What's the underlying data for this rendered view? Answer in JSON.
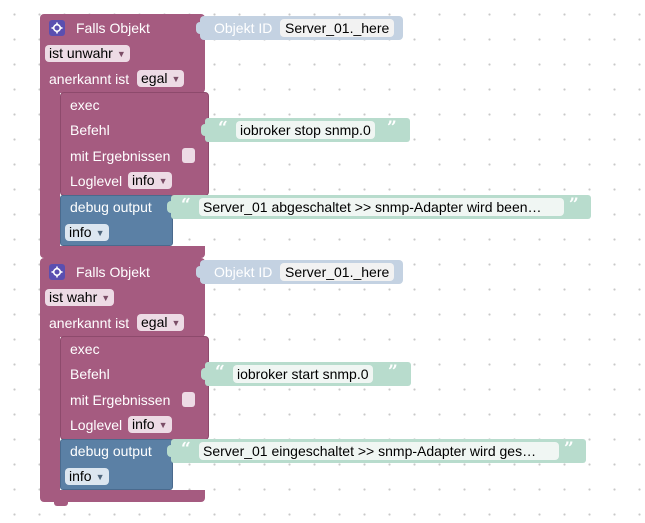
{
  "canvas": {
    "background": "#ffffff",
    "dot_color": "#c8c8c8"
  },
  "colors": {
    "trigger_block": "#a55b80",
    "debug_block": "#5b80a5",
    "text_block": "#b8dccd",
    "object_id_block": "#c4d2e2",
    "gear": "#5a4fb0"
  },
  "blocks": [
    {
      "trigger_label": "Falls Objekt",
      "gear_icon": "gear-icon",
      "object_id_label": "Objekt ID",
      "object_id_value": "Server_01._here",
      "condition_value": "ist unwahr",
      "ack_label": "anerkannt ist",
      "ack_value": "egal",
      "exec": {
        "title": "exec",
        "command_label": "Befehl",
        "command_value": "iobroker stop snmp.0",
        "with_results_label": "mit Ergebnissen",
        "loglevel_label": "Loglevel",
        "loglevel_value": "info"
      },
      "debug": {
        "label": "debug output",
        "text_value": "Server_01 abgeschaltet >> snmp-Adapter wird been…",
        "level_value": "info"
      }
    },
    {
      "trigger_label": "Falls Objekt",
      "gear_icon": "gear-icon",
      "object_id_label": "Objekt ID",
      "object_id_value": "Server_01._here",
      "condition_value": "ist wahr",
      "ack_label": "anerkannt ist",
      "ack_value": "egal",
      "exec": {
        "title": "exec",
        "command_label": "Befehl",
        "command_value": "iobroker start snmp.0",
        "with_results_label": "mit Ergebnissen",
        "loglevel_label": "Loglevel",
        "loglevel_value": "info"
      },
      "debug": {
        "label": "debug output",
        "text_value": "Server_01 eingeschaltet >> snmp-Adapter wird ges…",
        "level_value": "info"
      }
    }
  ],
  "quote_open": "“",
  "quote_close": "”",
  "dropdown_arrow": "▼"
}
